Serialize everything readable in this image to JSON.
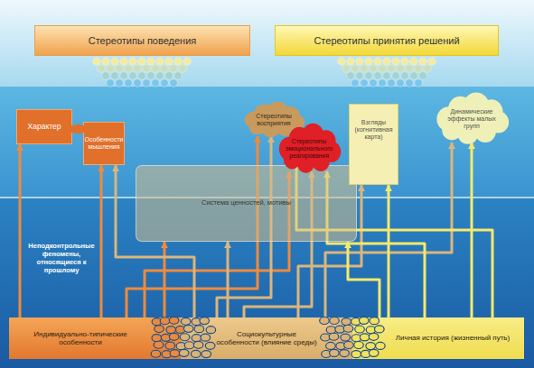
{
  "diagram": {
    "nodes": [
      {
        "text": [
          "Стереотипы поведения"
        ]
      },
      {
        "text": [
          "Стереотипы принятия решений"
        ]
      },
      {
        "text": [
          "Характер"
        ]
      },
      {
        "text": [
          "Особенности мышления"
        ]
      },
      {
        "text": [
          "Стереотипы восприятия"
        ]
      },
      {
        "text": [
          "Стереотипы эмоционального реагирования"
        ]
      },
      {
        "text": [
          "Взгляды (когнитивная карта)"
        ]
      },
      {
        "text": [
          "Динамические эффекты малых групп"
        ]
      },
      {
        "text": [
          "Система ценностей, мотивы"
        ]
      },
      {
        "text": [
          "Индивидуально-типические особенности"
        ]
      },
      {
        "text": [
          "Социокультурные особенности (влияние среды)"
        ]
      },
      {
        "text": [
          "Личная история (жизненный путь)"
        ]
      }
    ],
    "edges": [
      {
        "from": 9,
        "to": 2,
        "arrow": "to"
      },
      {
        "from": 9,
        "to": 3,
        "arrow": "to"
      },
      {
        "from": 9,
        "to": 8,
        "arrow": "to"
      },
      {
        "from": 9,
        "to": 4,
        "arrow": "to"
      },
      {
        "from": 9,
        "to": 5,
        "arrow": "to"
      },
      {
        "from": 10,
        "to": 3,
        "arrow": "to"
      },
      {
        "from": 10,
        "to": 4,
        "arrow": "to"
      },
      {
        "from": 10,
        "to": 5,
        "arrow": "to"
      },
      {
        "from": 10,
        "to": 8,
        "arrow": "to"
      },
      {
        "from": 10,
        "to": 6,
        "arrow": "to"
      },
      {
        "from": 10,
        "to": 7,
        "arrow": "to"
      },
      {
        "from": 11,
        "to": 8,
        "arrow": "to"
      },
      {
        "from": 11,
        "to": 6,
        "arrow": "to"
      },
      {
        "from": 11,
        "to": 7,
        "arrow": "to"
      },
      {
        "from": 11,
        "to": 5,
        "arrow": "to"
      },
      {
        "from": 11,
        "to": 4,
        "arrow": "to"
      }
    ],
    "labels": [
      "Неподконтрольные феномены, относящиеся к прошлому"
    ]
  }
}
